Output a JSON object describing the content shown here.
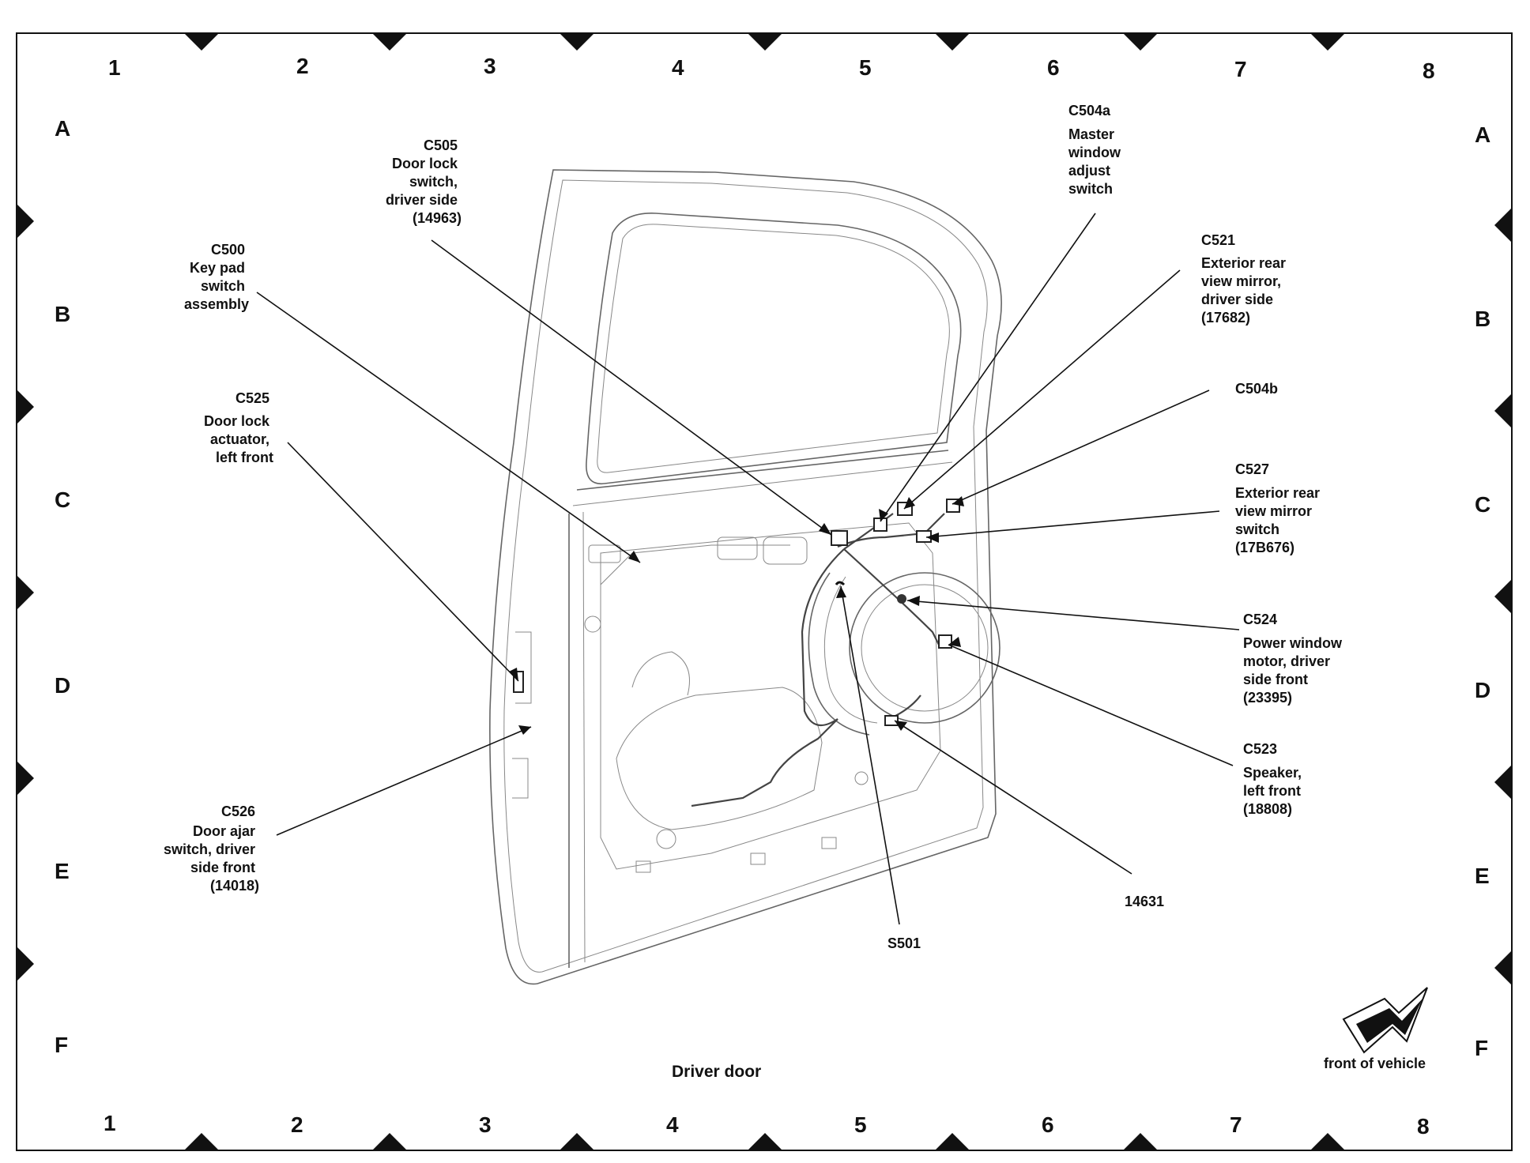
{
  "grid": {
    "columns": [
      "1",
      "2",
      "3",
      "4",
      "5",
      "6",
      "7",
      "8"
    ],
    "rows": [
      "A",
      "B",
      "C",
      "D",
      "E",
      "F"
    ]
  },
  "caption": "Driver door",
  "orientation": {
    "label": "front of vehicle",
    "icon": "arrow-icon"
  },
  "callouts": [
    {
      "id": "c505",
      "lines": [
        "C505",
        "Door lock",
        "switch,",
        "driver side",
        "(14963)"
      ]
    },
    {
      "id": "c500",
      "lines": [
        "C500",
        "Key pad",
        "switch",
        "assembly"
      ]
    },
    {
      "id": "c525",
      "lines": [
        "C525",
        "Door lock",
        "actuator,",
        "left front"
      ]
    },
    {
      "id": "c526",
      "lines": [
        "C526",
        "Door ajar",
        "switch, driver",
        "side front",
        "(14018)"
      ]
    },
    {
      "id": "c504a",
      "lines": [
        "C504a",
        "Master",
        "window",
        "adjust",
        "switch"
      ]
    },
    {
      "id": "c521",
      "lines": [
        "C521",
        "Exterior rear",
        "view mirror,",
        "driver side",
        "(17682)"
      ]
    },
    {
      "id": "c504b",
      "lines": [
        "C504b"
      ]
    },
    {
      "id": "c527",
      "lines": [
        "C527",
        "Exterior rear",
        "view mirror",
        "switch",
        "(17B676)"
      ]
    },
    {
      "id": "c524",
      "lines": [
        "C524",
        "Power window",
        "motor, driver",
        "side front",
        "(23395)"
      ]
    },
    {
      "id": "c523",
      "lines": [
        "C523",
        "Speaker,",
        "left front",
        "(18808)"
      ]
    },
    {
      "id": "n14631",
      "lines": [
        "14631"
      ]
    },
    {
      "id": "s501",
      "lines": [
        "S501"
      ]
    }
  ]
}
